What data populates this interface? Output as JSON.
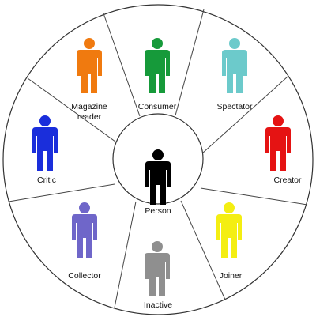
{
  "center": {
    "label": "Person",
    "color": "#000000"
  },
  "segments": [
    {
      "label_lines": [
        "Magazine",
        "reader"
      ],
      "color": "#F07A0F"
    },
    {
      "label_lines": [
        "Consumer"
      ],
      "color": "#169A3A"
    },
    {
      "label_lines": [
        "Spectator"
      ],
      "color": "#6CCACB"
    },
    {
      "label_lines": [
        "Creator"
      ],
      "color": "#E51313"
    },
    {
      "label_lines": [
        "Joiner"
      ],
      "color": "#F4EE12"
    },
    {
      "label_lines": [
        "Inactive"
      ],
      "color": "#8F8F8F"
    },
    {
      "label_lines": [
        "Collector"
      ],
      "color": "#6F66C9"
    },
    {
      "label_lines": [
        "Critic"
      ],
      "color": "#1A2EDB"
    }
  ],
  "icon_semantic": "person-icon"
}
